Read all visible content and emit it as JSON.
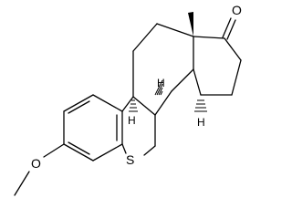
{
  "atoms": {
    "oxygen_ketone": "O",
    "sulfur": "S",
    "oxygen_methoxy": "O",
    "hydrogen_9": "H",
    "hydrogen_8": "H",
    "hydrogen_14": "H"
  }
}
